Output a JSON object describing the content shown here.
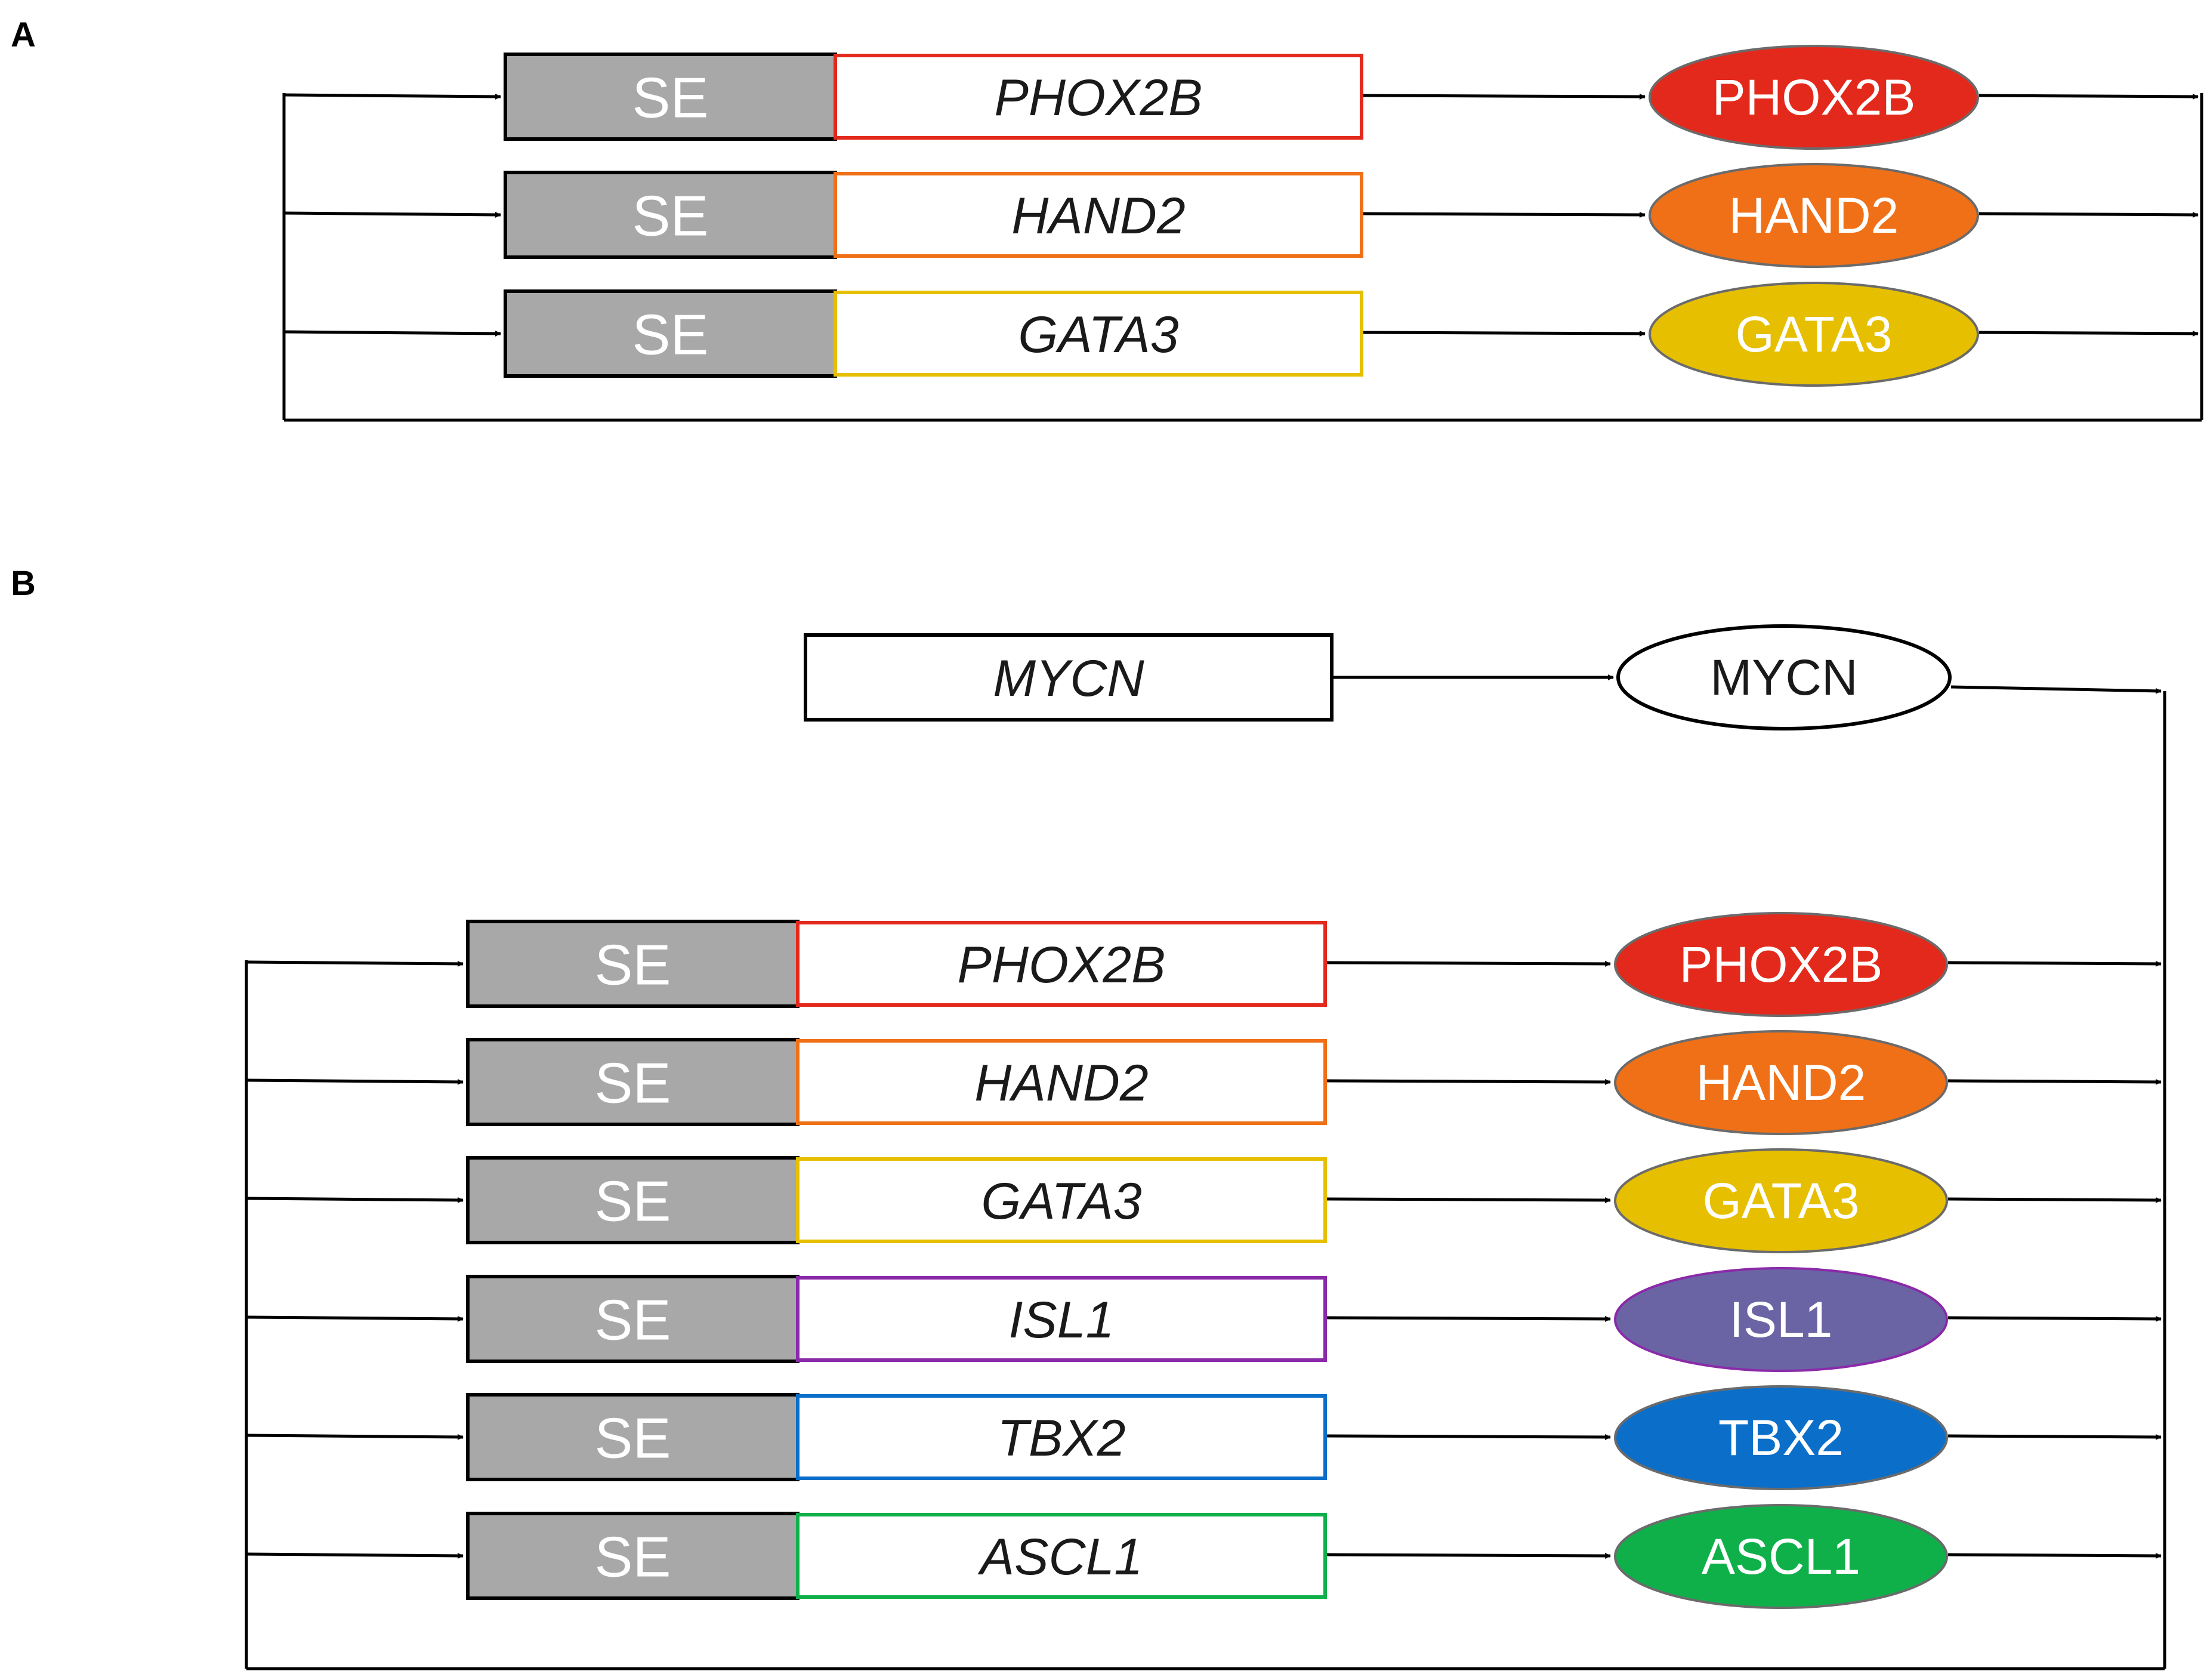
{
  "panels": [
    {
      "label": "A",
      "mycn": null,
      "rows": [
        {
          "se": "SE",
          "gene": "PHOX2B",
          "protein": "PHOX2B",
          "color": "#e3291b",
          "text_color": "#ffffff"
        },
        {
          "se": "SE",
          "gene": "HAND2",
          "protein": "HAND2",
          "color": "#f07018",
          "text_color": "#ffffff"
        },
        {
          "se": "SE",
          "gene": "GATA3",
          "protein": "GATA3",
          "color": "#e6bf00",
          "text_color": "#ffffff"
        }
      ]
    },
    {
      "label": "B",
      "mycn": {
        "gene": "MYCN",
        "protein": "MYCN"
      },
      "rows": [
        {
          "se": "SE",
          "gene": "PHOX2B",
          "protein": "PHOX2B",
          "color": "#e3291b",
          "text_color": "#ffffff"
        },
        {
          "se": "SE",
          "gene": "HAND2",
          "protein": "HAND2",
          "color": "#f07018",
          "text_color": "#ffffff"
        },
        {
          "se": "SE",
          "gene": "GATA3",
          "protein": "GATA3",
          "color": "#e6bf00",
          "text_color": "#ffffff"
        },
        {
          "se": "SE",
          "gene": "ISL1",
          "protein": "ISL1",
          "color": "#6a64a4",
          "border_color": "#8a2aa8",
          "text_color": "#ffffff"
        },
        {
          "se": "SE",
          "gene": "TBX2",
          "protein": "TBX2",
          "color": "#0b6fc9",
          "text_color": "#ffffff"
        },
        {
          "se": "SE",
          "gene": "ASCL1",
          "protein": "ASCL1",
          "color": "#0fb04a",
          "text_color": "#ffffff"
        }
      ]
    }
  ],
  "colors": {
    "se_fill": "#a8a8a8",
    "line": "#000000"
  }
}
